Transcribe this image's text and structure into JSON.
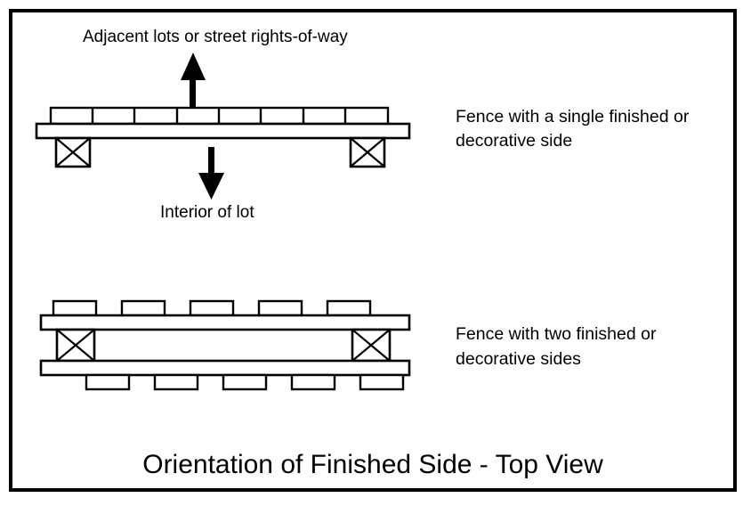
{
  "figure": {
    "title": "Orientation of Finished Side - Top View",
    "border_color": "#000000",
    "background_color": "#ffffff",
    "line_color": "#000000"
  },
  "annotations": {
    "top_caption": "Adjacent lots or street rights-of-way",
    "bottom_caption": "Interior of lot",
    "up_arrow_icon": "arrow-up-icon",
    "down_arrow_icon": "arrow-down-icon"
  },
  "diagrams": [
    {
      "id": "single-sided-fence",
      "label_line_1": "Fence with a single finished or",
      "label_line_2": "decorative side",
      "picket_count": 8,
      "picket_side": "adjacent-lot-side",
      "post_count": 2,
      "post_marking": "x-cross",
      "rail_count": 1
    },
    {
      "id": "double-sided-fence",
      "label_line_1": "Fence with two finished or",
      "label_line_2": "decorative sides",
      "picket_count_top": 5,
      "picket_count_bottom": 5,
      "picket_side": "both-sides",
      "post_count": 2,
      "post_marking": "x-cross",
      "rail_count": 2
    }
  ]
}
